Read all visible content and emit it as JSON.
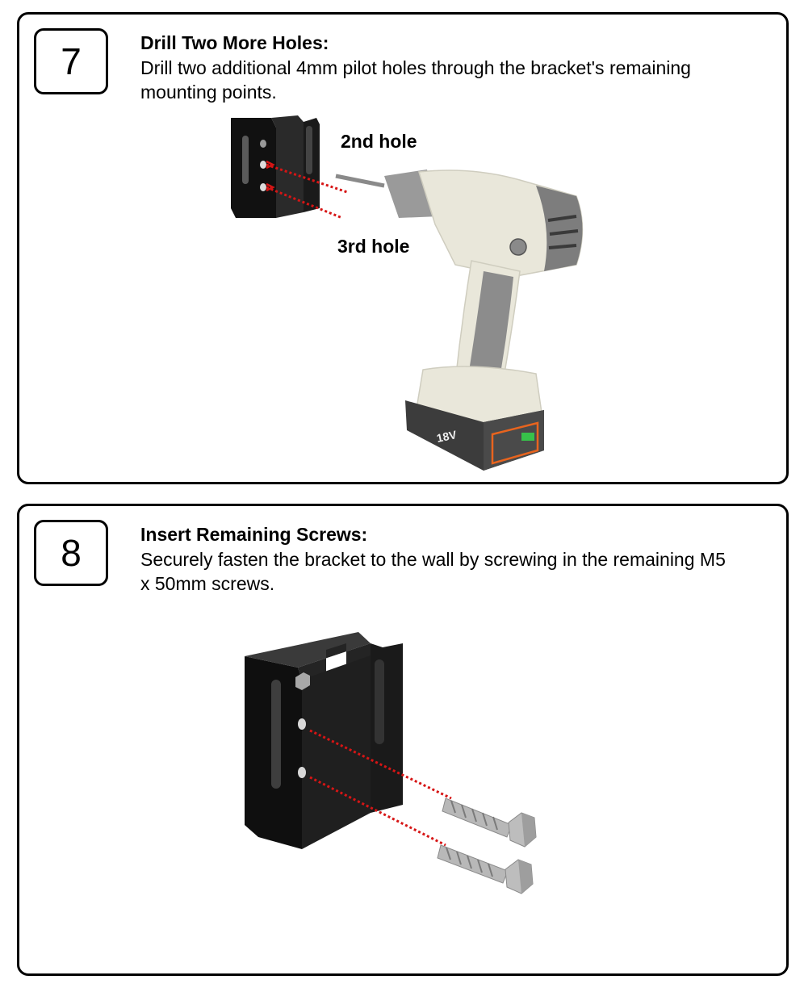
{
  "steps": [
    {
      "number": "7",
      "title": "Drill Two More Holes:",
      "description": "Drill two additional 4mm pilot holes through the bracket's remaining mounting points.",
      "callouts": {
        "second": "2nd hole",
        "third": "3rd hole"
      },
      "battery_label": "18V"
    },
    {
      "number": "8",
      "title": "Insert Remaining Screws:",
      "description": "Securely fasten the bracket to the wall by screwing in the remaining M5 x 50mm screws."
    }
  ],
  "colors": {
    "guide_line": "#d61515",
    "bracket": "#1c1c1c",
    "drill_body": "#e8e6d8",
    "drill_grip": "#8a8a8a",
    "battery_accent": "#e8641e"
  }
}
